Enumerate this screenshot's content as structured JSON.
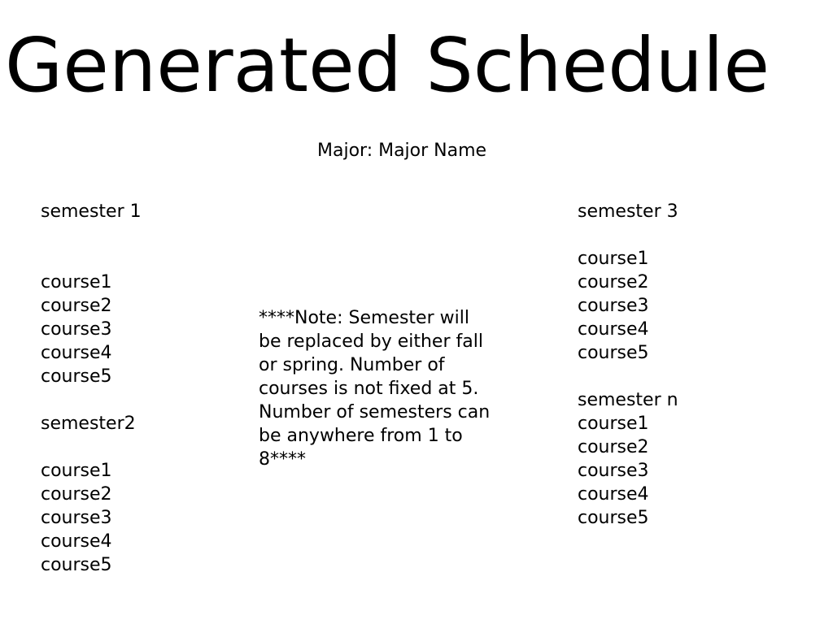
{
  "page": {
    "title": "Generated Schedule",
    "major_line": "Major: Major Name",
    "note": "****Note:  Semester will\nbe replaced by either fall\nor spring.  Number of\ncourses is not fixed at 5.\nNumber of semesters can\nbe anywhere from 1 to\n8****"
  },
  "semesters": {
    "s1": {
      "label": "semester 1",
      "courses": [
        "course1",
        "course2",
        "course3",
        "course4",
        "course5"
      ]
    },
    "s2": {
      "label": "semester2",
      "courses": [
        "course1",
        "course2",
        "course3",
        "course4",
        "course5"
      ]
    },
    "s3": {
      "label": "semester 3",
      "courses": [
        "course1",
        "course2",
        "course3",
        "course4",
        "course5"
      ]
    },
    "sn": {
      "label": "semester n",
      "courses": [
        "course1",
        "course2",
        "course3",
        "course4",
        "course5"
      ]
    }
  }
}
